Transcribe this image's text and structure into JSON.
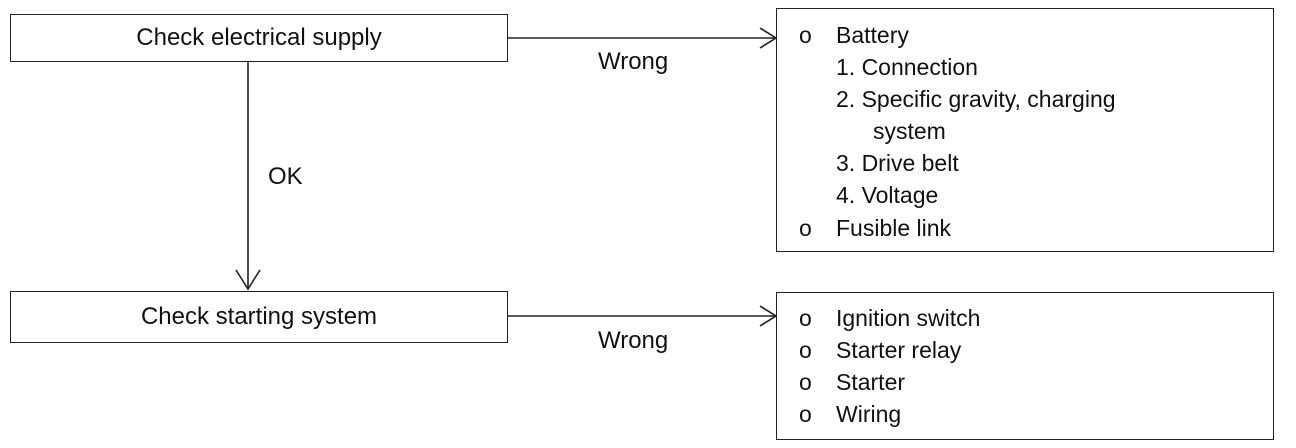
{
  "steps": {
    "electrical": "Check electrical supply",
    "starting": "Check starting system"
  },
  "labels": {
    "wrong_1": "Wrong",
    "wrong_2": "Wrong",
    "ok": "OK"
  },
  "electrical_checks": {
    "bullet": "o",
    "battery": "Battery",
    "battery_items": [
      "1. Connection",
      "2. Specific gravity, charging",
      "system",
      "3. Drive belt",
      "4. Voltage"
    ],
    "fusible_link": "Fusible link"
  },
  "starting_checks": {
    "bullet": "o",
    "items": [
      "Ignition switch",
      "Starter relay",
      "Starter",
      "Wiring"
    ]
  }
}
